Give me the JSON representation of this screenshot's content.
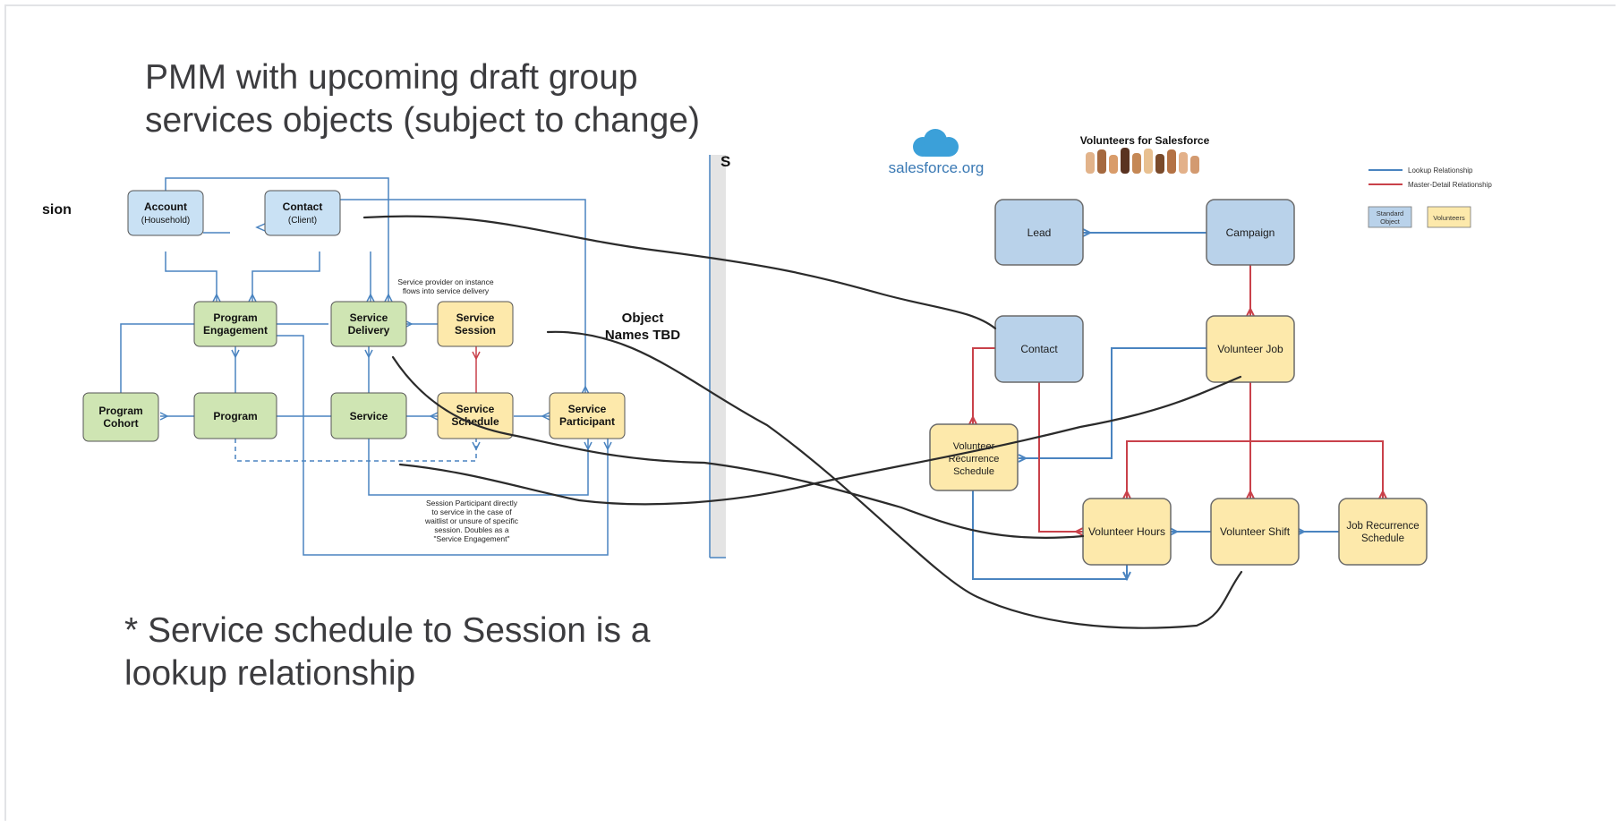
{
  "slide": {
    "title_line1": "PMM with  upcoming draft group",
    "title_line2": "services objects (subject to change)",
    "footnote_line1": "* Service schedule to Session is a",
    "footnote_line2": "lookup relationship",
    "cut_left_label": "sion",
    "cut_divider_label": "S"
  },
  "pmm": {
    "boxes": {
      "account": {
        "title": "Account",
        "sub": "(Household)"
      },
      "contact": {
        "title": "Contact",
        "sub": "(Client)"
      },
      "program_engagement": {
        "line1": "Program",
        "line2": "Engagement"
      },
      "service_delivery": {
        "line1": "Service",
        "line2": "Delivery"
      },
      "service_session": {
        "line1": "Service",
        "line2": "Session"
      },
      "program_cohort": {
        "line1": "Program",
        "line2": "Cohort"
      },
      "program": {
        "line1": "Program"
      },
      "service": {
        "line1": "Service"
      },
      "service_schedule": {
        "line1": "Service",
        "line2": "Schedule"
      },
      "service_participant": {
        "line1": "Service",
        "line2": "Participant"
      }
    },
    "object_names_line1": "Object",
    "object_names_line2": "Names TBD",
    "note_provider": [
      "Service provider on instance",
      "flows into service delivery"
    ],
    "note_participant": [
      "Session Participant directly",
      "to service in the case of",
      "waitlist or unsure of specific",
      "session.  Doubles as a",
      "\"Service Engagement\""
    ]
  },
  "v4s": {
    "brand": "salesforce.org",
    "header": "Volunteers for Salesforce",
    "legend": {
      "lookup": "Lookup Relationship",
      "master_detail": "Master-Detail Relationship",
      "standard": [
        "Standard",
        "Object"
      ],
      "volunteers": "Volunteers"
    },
    "boxes": {
      "lead": "Lead",
      "campaign": "Campaign",
      "contact": "Contact",
      "volunteer_job": "Volunteer Job",
      "volunteer_recurrence": [
        "Volunteer",
        "Recurrence",
        "Schedule"
      ],
      "volunteer_hours": "Volunteer Hours",
      "volunteer_shift": "Volunteer Shift",
      "job_recurrence": [
        "Job Recurrence",
        "Schedule"
      ]
    }
  },
  "colors": {
    "green_fill": "#cfe5b3",
    "yellow_fill": "#fde9ab",
    "blue_fill": "#c9e1f4",
    "v4s_blue_fill": "#b9d2ea",
    "lookup_line": "#4a84c0",
    "master_detail_line": "#c9414a",
    "annotation_line": "#2b2b2b"
  }
}
